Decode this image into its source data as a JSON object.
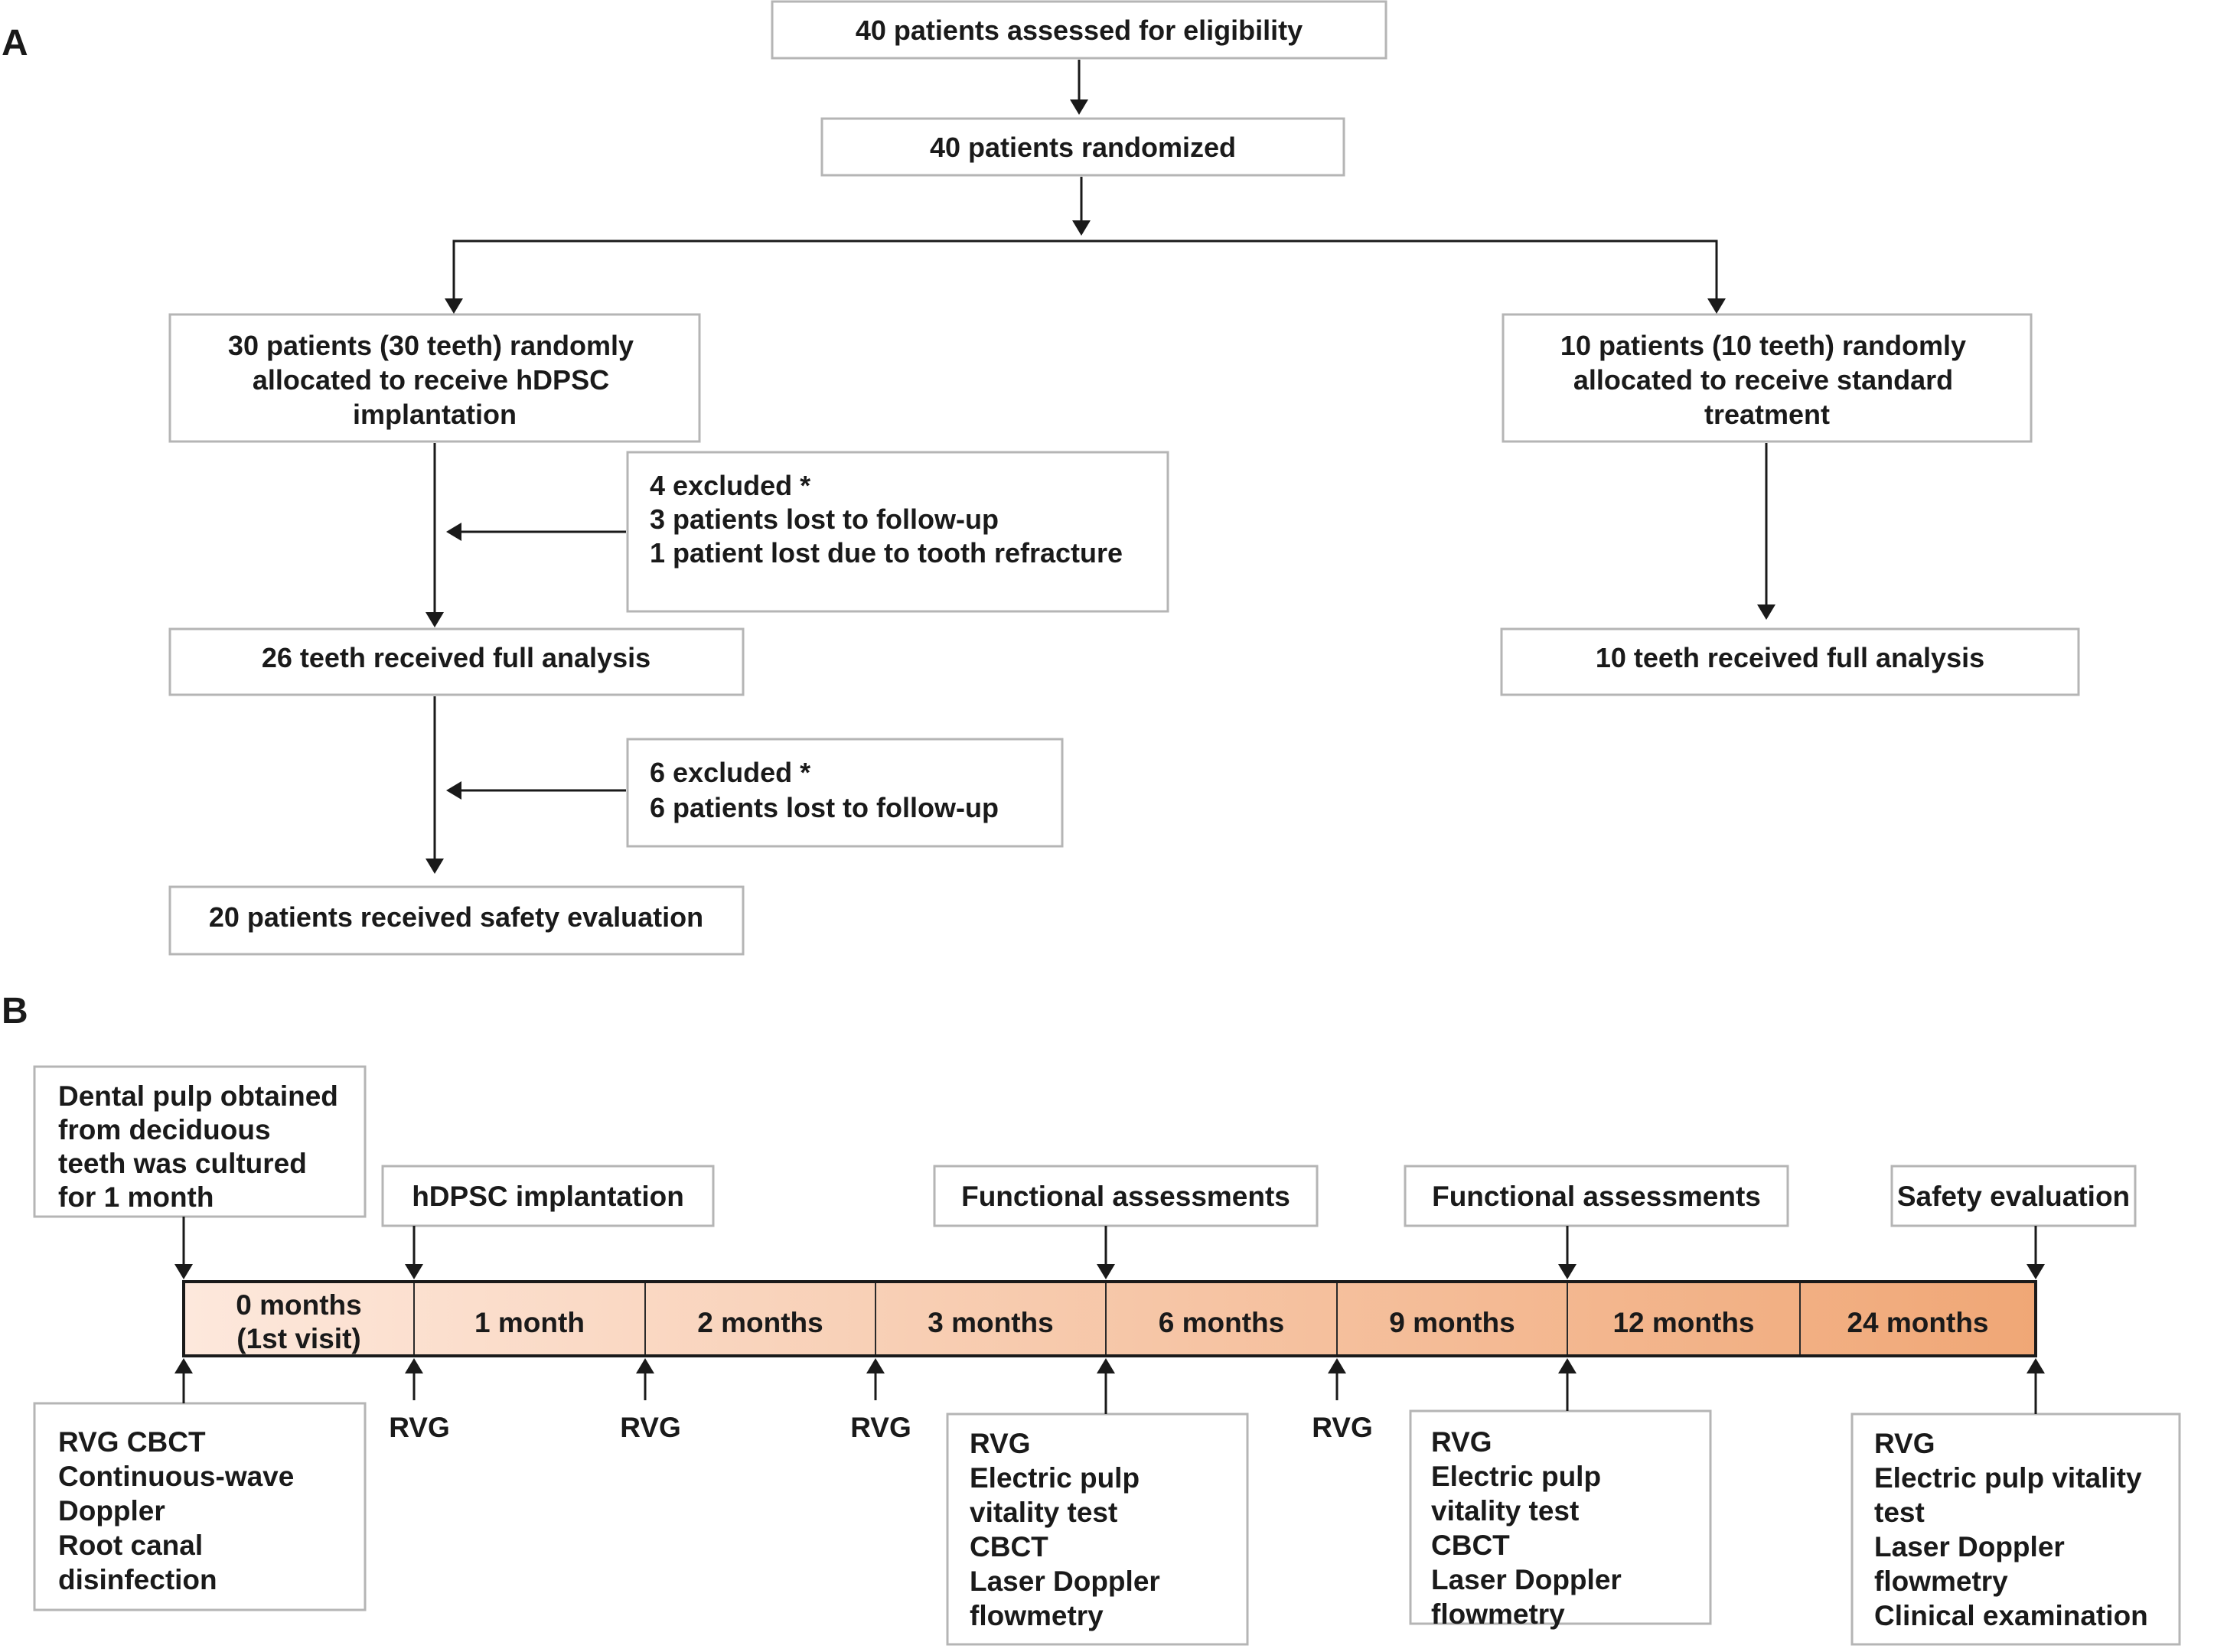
{
  "panels": {
    "a": "A",
    "b": "B"
  },
  "flow": {
    "assessed": "40 patients assessed for eligibility",
    "randomized": "40 patients randomized",
    "left_alloc": [
      "30 patients (30 teeth) randomly",
      "allocated to receive hDPSC",
      "implantation"
    ],
    "right_alloc": [
      "10 patients (10 teeth) randomly",
      "allocated to receive standard",
      "treatment"
    ],
    "exclusion_1": [
      "4 excluded *",
      "3 patients lost to follow-up",
      "1 patient lost due to tooth refracture"
    ],
    "left_analysis": "26 teeth received full analysis",
    "right_analysis": "10 teeth received full analysis",
    "exclusion_2": [
      "6 excluded *",
      "6 patients  lost to follow-up"
    ],
    "safety": "20 patients received  safety evaluation"
  },
  "timeline": {
    "segments": [
      [
        "0 months",
        "(1st visit)"
      ],
      [
        "1 month"
      ],
      [
        "2 months"
      ],
      [
        "3 months"
      ],
      [
        "6 months"
      ],
      [
        "9 months"
      ],
      [
        "12 months"
      ],
      [
        "24 months"
      ]
    ],
    "gradient": {
      "start": "#fde8dc",
      "end": "#f0a776"
    },
    "top_events": [
      [
        "Dental pulp obtained",
        "from deciduous",
        "teeth was cultured",
        "for 1 month"
      ],
      [
        "hDPSC implantation"
      ],
      [
        "Functional assessments"
      ],
      [
        "Functional assessments"
      ],
      [
        "Safety evaluation"
      ]
    ],
    "bottom_events": [
      [
        "RVG  CBCT",
        "Continuous-wave",
        "Doppler",
        "Root canal",
        "disinfection"
      ],
      [
        "RVG"
      ],
      [
        "RVG"
      ],
      [
        "RVG"
      ],
      [
        "RVG",
        "Electric pulp",
        "vitality test",
        "CBCT",
        "Laser Doppler",
        "flowmetry"
      ],
      [
        "RVG"
      ],
      [
        "RVG",
        "Electric pulp",
        "vitality test",
        "CBCT",
        "Laser Doppler",
        "flowmetry"
      ],
      [
        "RVG",
        "Electric pulp vitality",
        "test",
        "Laser Doppler",
        "flowmetry",
        "Clinical examination"
      ]
    ]
  }
}
